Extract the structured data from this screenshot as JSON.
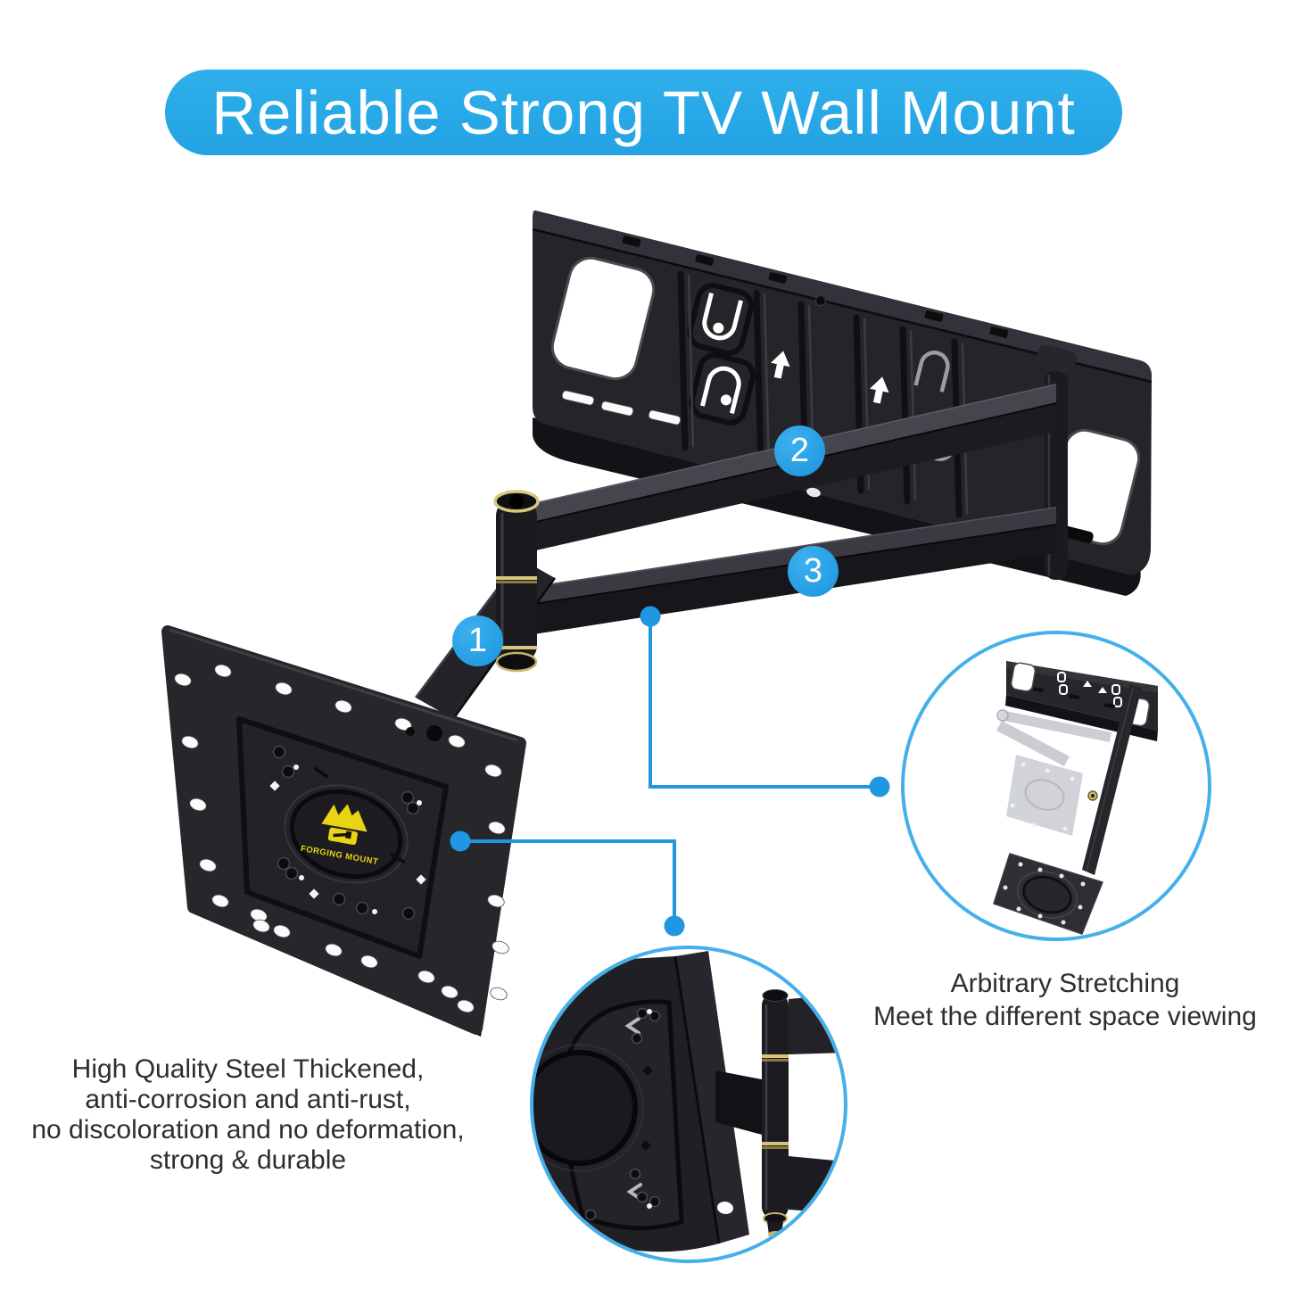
{
  "banner": {
    "title": "Reliable Strong TV Wall Mount"
  },
  "callouts": [
    {
      "number": "1"
    },
    {
      "number": "2"
    },
    {
      "number": "3"
    }
  ],
  "product": {
    "brand_logo_text": "FORGING MOUNT"
  },
  "insets": {
    "stretching": {
      "caption_line1": "Arbitrary Stretching",
      "caption_line2": "Meet the different space viewing"
    }
  },
  "features": {
    "lines": [
      "High Quality Steel Thickened,",
      "anti-corrosion and anti-rust,",
      "no discoloration and no deformation,",
      "strong & durable"
    ]
  },
  "icons": [
    {
      "name": "up-arrow-icon"
    },
    {
      "name": "keyhole-slot-icon"
    },
    {
      "name": "brand-logo-icon"
    }
  ],
  "colors": {
    "banner_blue": "#29a9e3",
    "callout_blue": "#1f9ce3",
    "connector_blue": "#2196e3",
    "inset_ring_blue": "#44b0eb",
    "steel_black": "#202025",
    "steel_dark": "#131317",
    "steel_light": "#45454d",
    "ghost_gray": "#b3b7bf",
    "brass_gold": "#cdb873",
    "logo_yellow": "#e9d313",
    "text_dark": "#2e2e2e",
    "background": "#ffffff"
  }
}
